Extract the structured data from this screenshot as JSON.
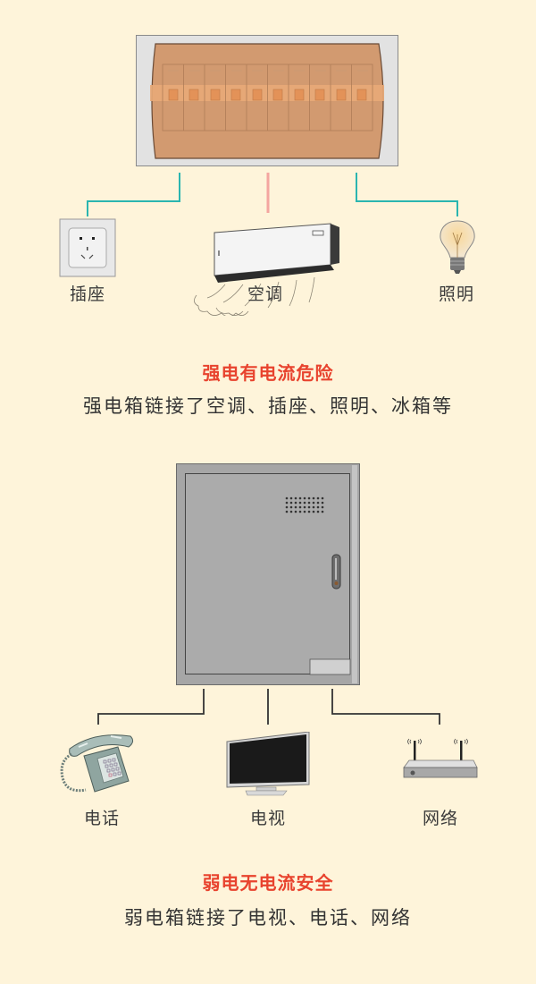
{
  "colors": {
    "background": "#FEF4DA",
    "heading": "#E8432E",
    "strong_wire_side": "#2BB5B0",
    "strong_wire_center": "#F4A6A0",
    "weak_wire": "#333333",
    "text": "#333333"
  },
  "strong_section": {
    "panel": {
      "icon": "breaker-panel-icon",
      "breaker_count": 10
    },
    "devices": [
      {
        "label": "插座",
        "icon": "power-socket-icon"
      },
      {
        "label": "空调",
        "icon": "air-conditioner-icon"
      },
      {
        "label": "照明",
        "icon": "light-bulb-icon"
      }
    ],
    "heading": "强电有电流危险",
    "description": "强电箱链接了空调、插座、照明、冰箱等"
  },
  "weak_section": {
    "panel": {
      "icon": "weak-current-box-icon"
    },
    "devices": [
      {
        "label": "电话",
        "icon": "telephone-icon"
      },
      {
        "label": "电视",
        "icon": "tv-icon"
      },
      {
        "label": "网络",
        "icon": "router-icon"
      }
    ],
    "heading": "弱电无电流安全",
    "description": "弱电箱链接了电视、电话、网络"
  }
}
